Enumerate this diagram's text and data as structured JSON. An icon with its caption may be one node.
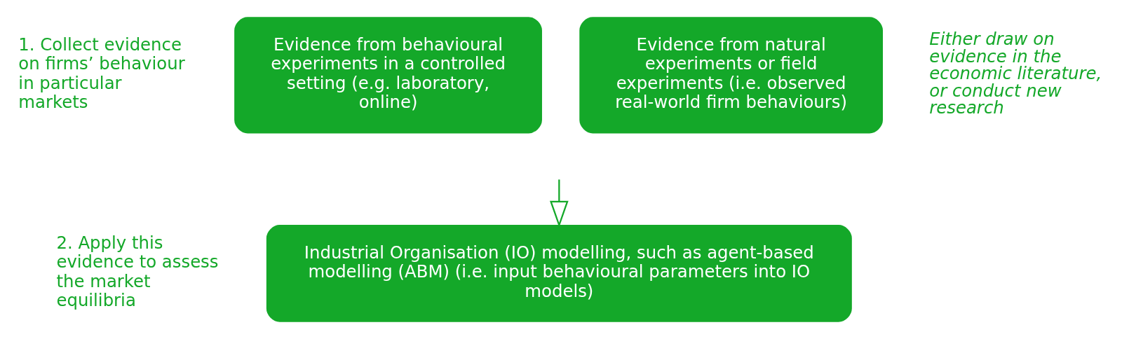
{
  "diagram": {
    "nodes": [
      {
        "text": [
          "Evidence from behavioural experiments in a controlled setting (e.g. laboratory, online)"
        ]
      },
      {
        "text": [
          "Evidence from natural experiments or field experiments (i.e. observed real-world firm behaviours)"
        ]
      },
      {
        "text": [
          "Industrial Organisation (IO) modelling, such as agent-based modelling (ABM) (i.e. input behavioural parameters into IO models)"
        ]
      }
    ],
    "edges": [
      {
        "from": null,
        "to": 2,
        "arrow": "to"
      }
    ],
    "labels": [
      "1. Collect evidence on firms’ behaviour in particular markets",
      "Either draw on evidence in the economic literature, or conduct new research",
      "2. Apply this evidence to assess the market equilibria"
    ]
  }
}
